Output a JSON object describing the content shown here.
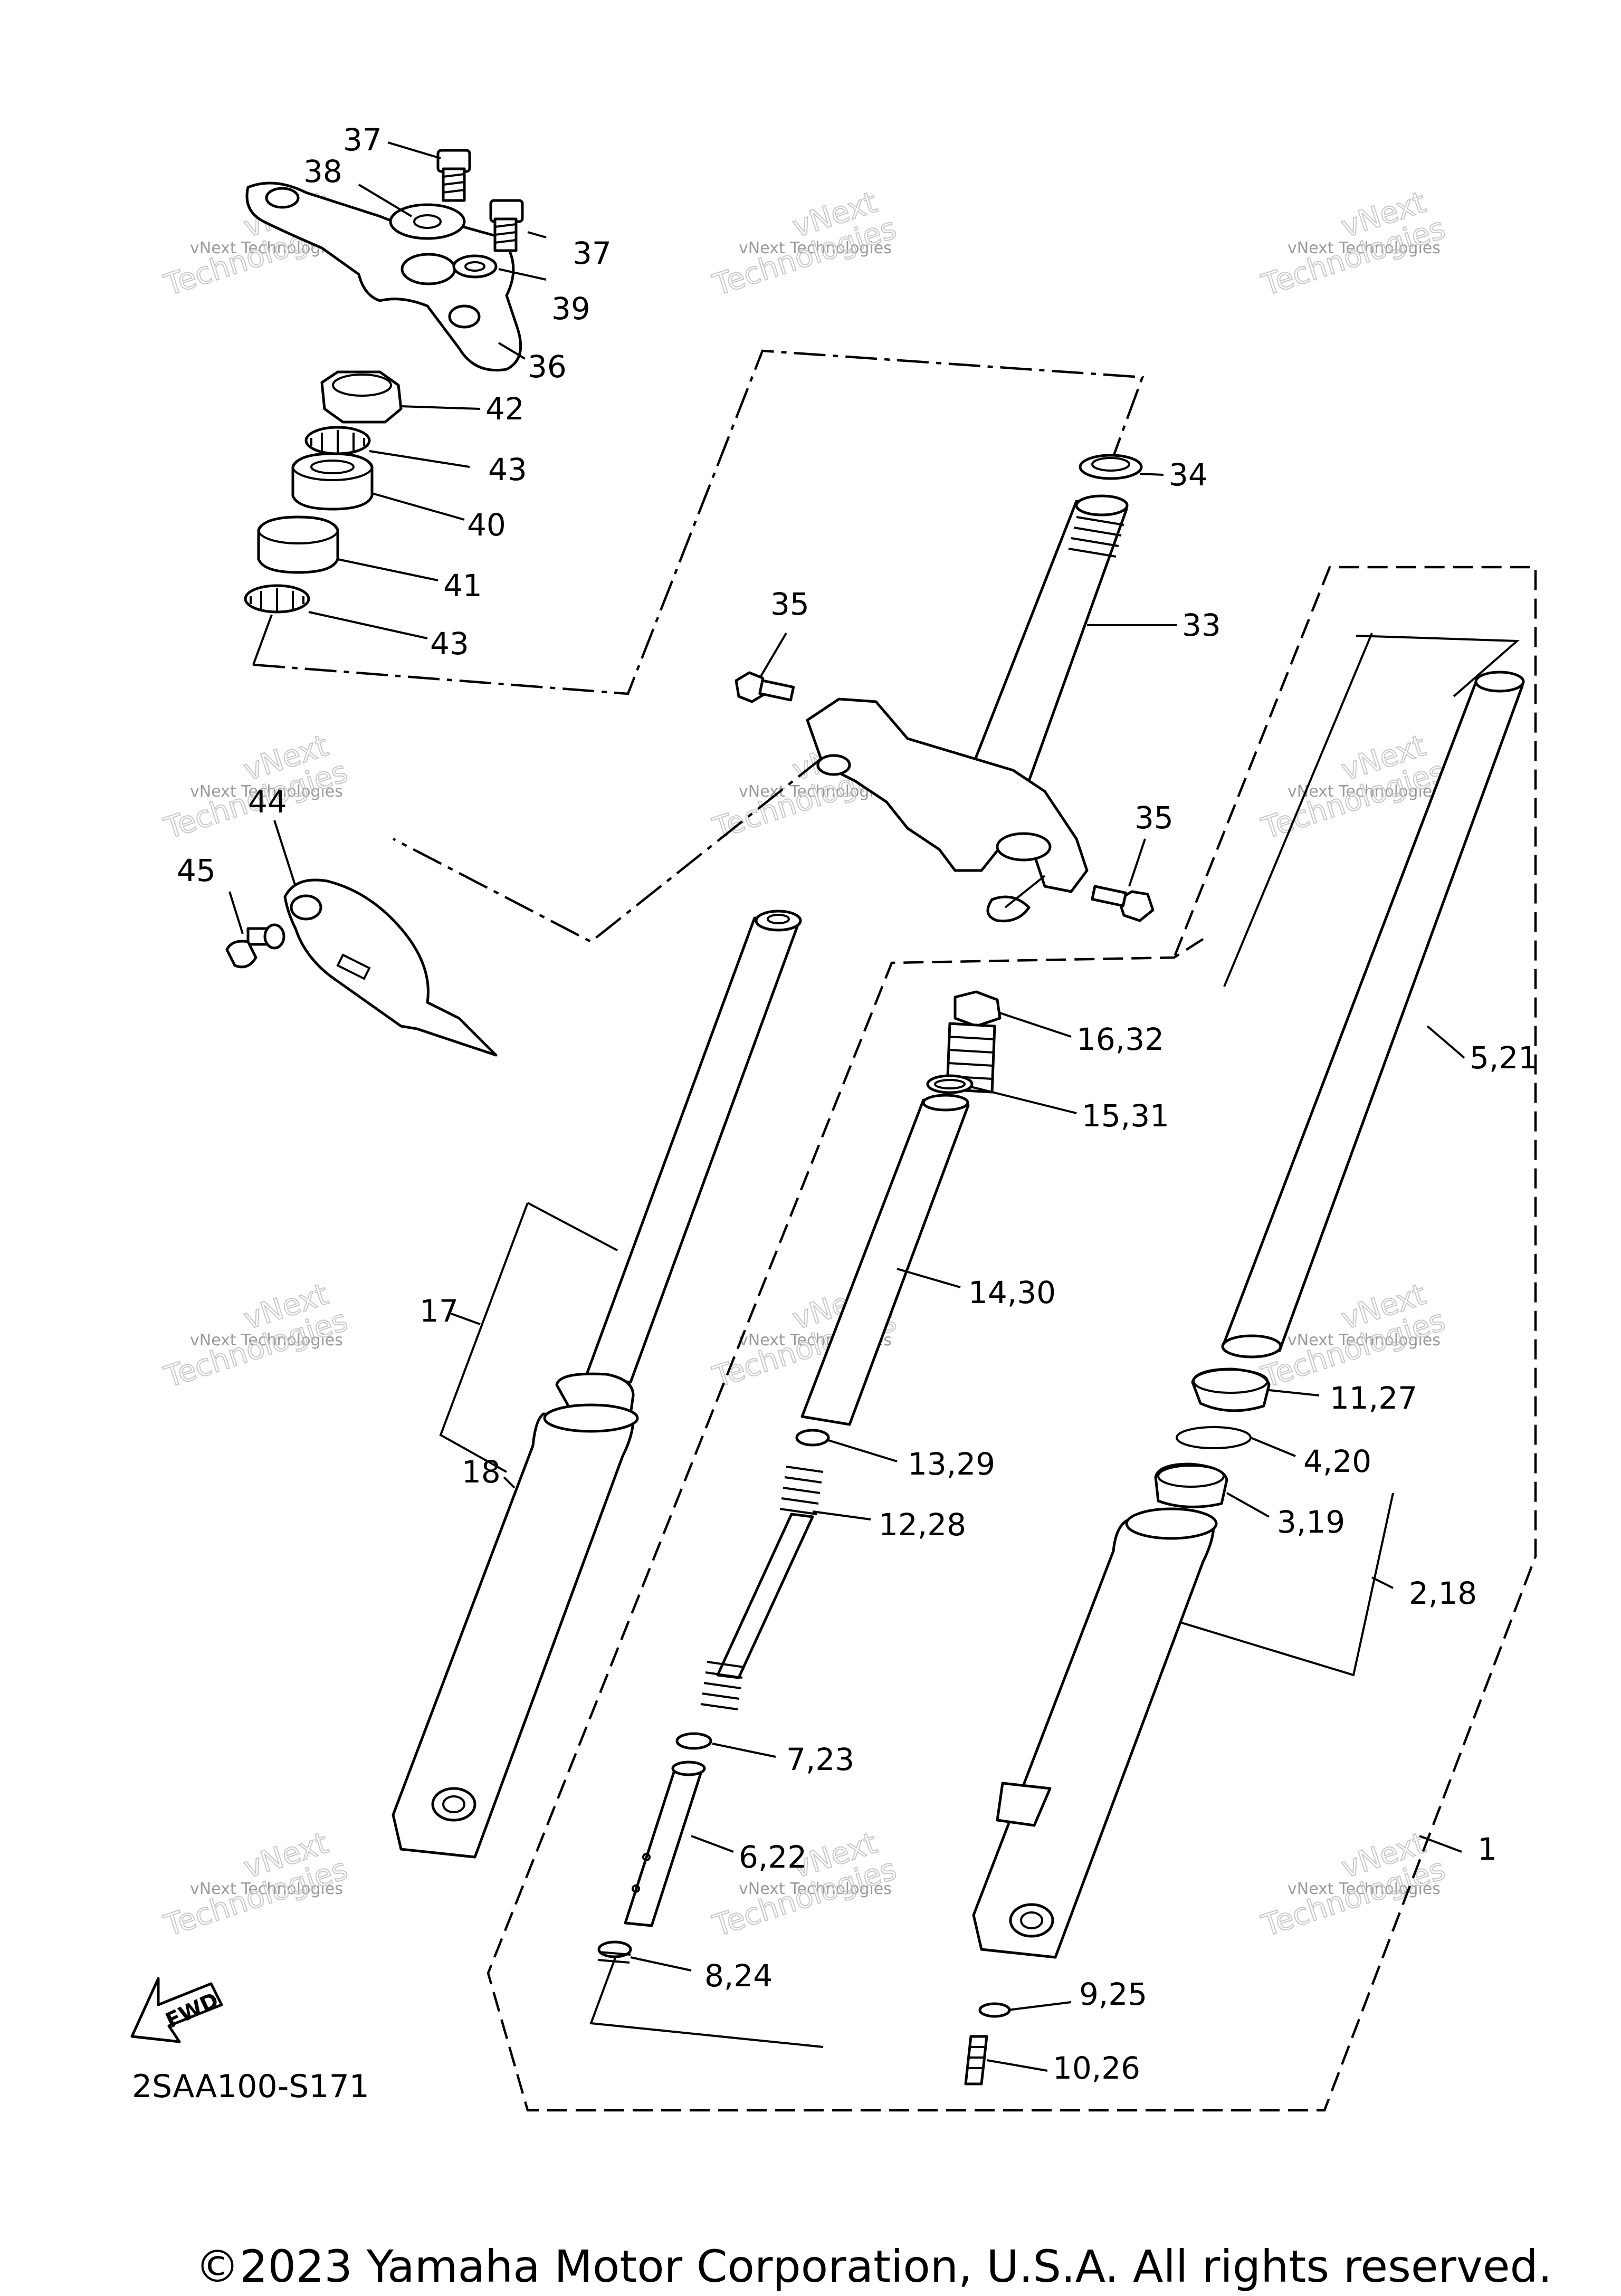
{
  "diagram": {
    "code": "2SAA100-S171",
    "copyright": "©2023 Yamaha Motor Corporation, U.S.A. All rights reserved.",
    "fwd_label": "FWD",
    "watermark": {
      "line1": "vNext Technologies",
      "line2": "vNext",
      "line3": "Technologies"
    },
    "callouts": {
      "c37a": "37",
      "c38": "38",
      "c37b": "37",
      "c39": "39",
      "c36": "36",
      "c42": "42",
      "c43a": "43",
      "c40": "40",
      "c41": "41",
      "c43b": "43",
      "c34": "34",
      "c33": "33",
      "c35a": "35",
      "c35b": "35",
      "c44": "44",
      "c45": "45",
      "c16_32": "16,32",
      "c15_31": "15,31",
      "c14_30": "14,30",
      "c13_29": "13,29",
      "c12_28": "12,28",
      "c7_23": "7,23",
      "c6_22": "6,22",
      "c8_24": "8,24",
      "c5_21": "5,21",
      "c11_27": "11,27",
      "c4_20": "4,20",
      "c3_19": "3,19",
      "c2_18": "2,18",
      "c1": "1",
      "c9_25": "9,25",
      "c10_26": "10,26",
      "c17": "17",
      "c18": "18"
    }
  }
}
